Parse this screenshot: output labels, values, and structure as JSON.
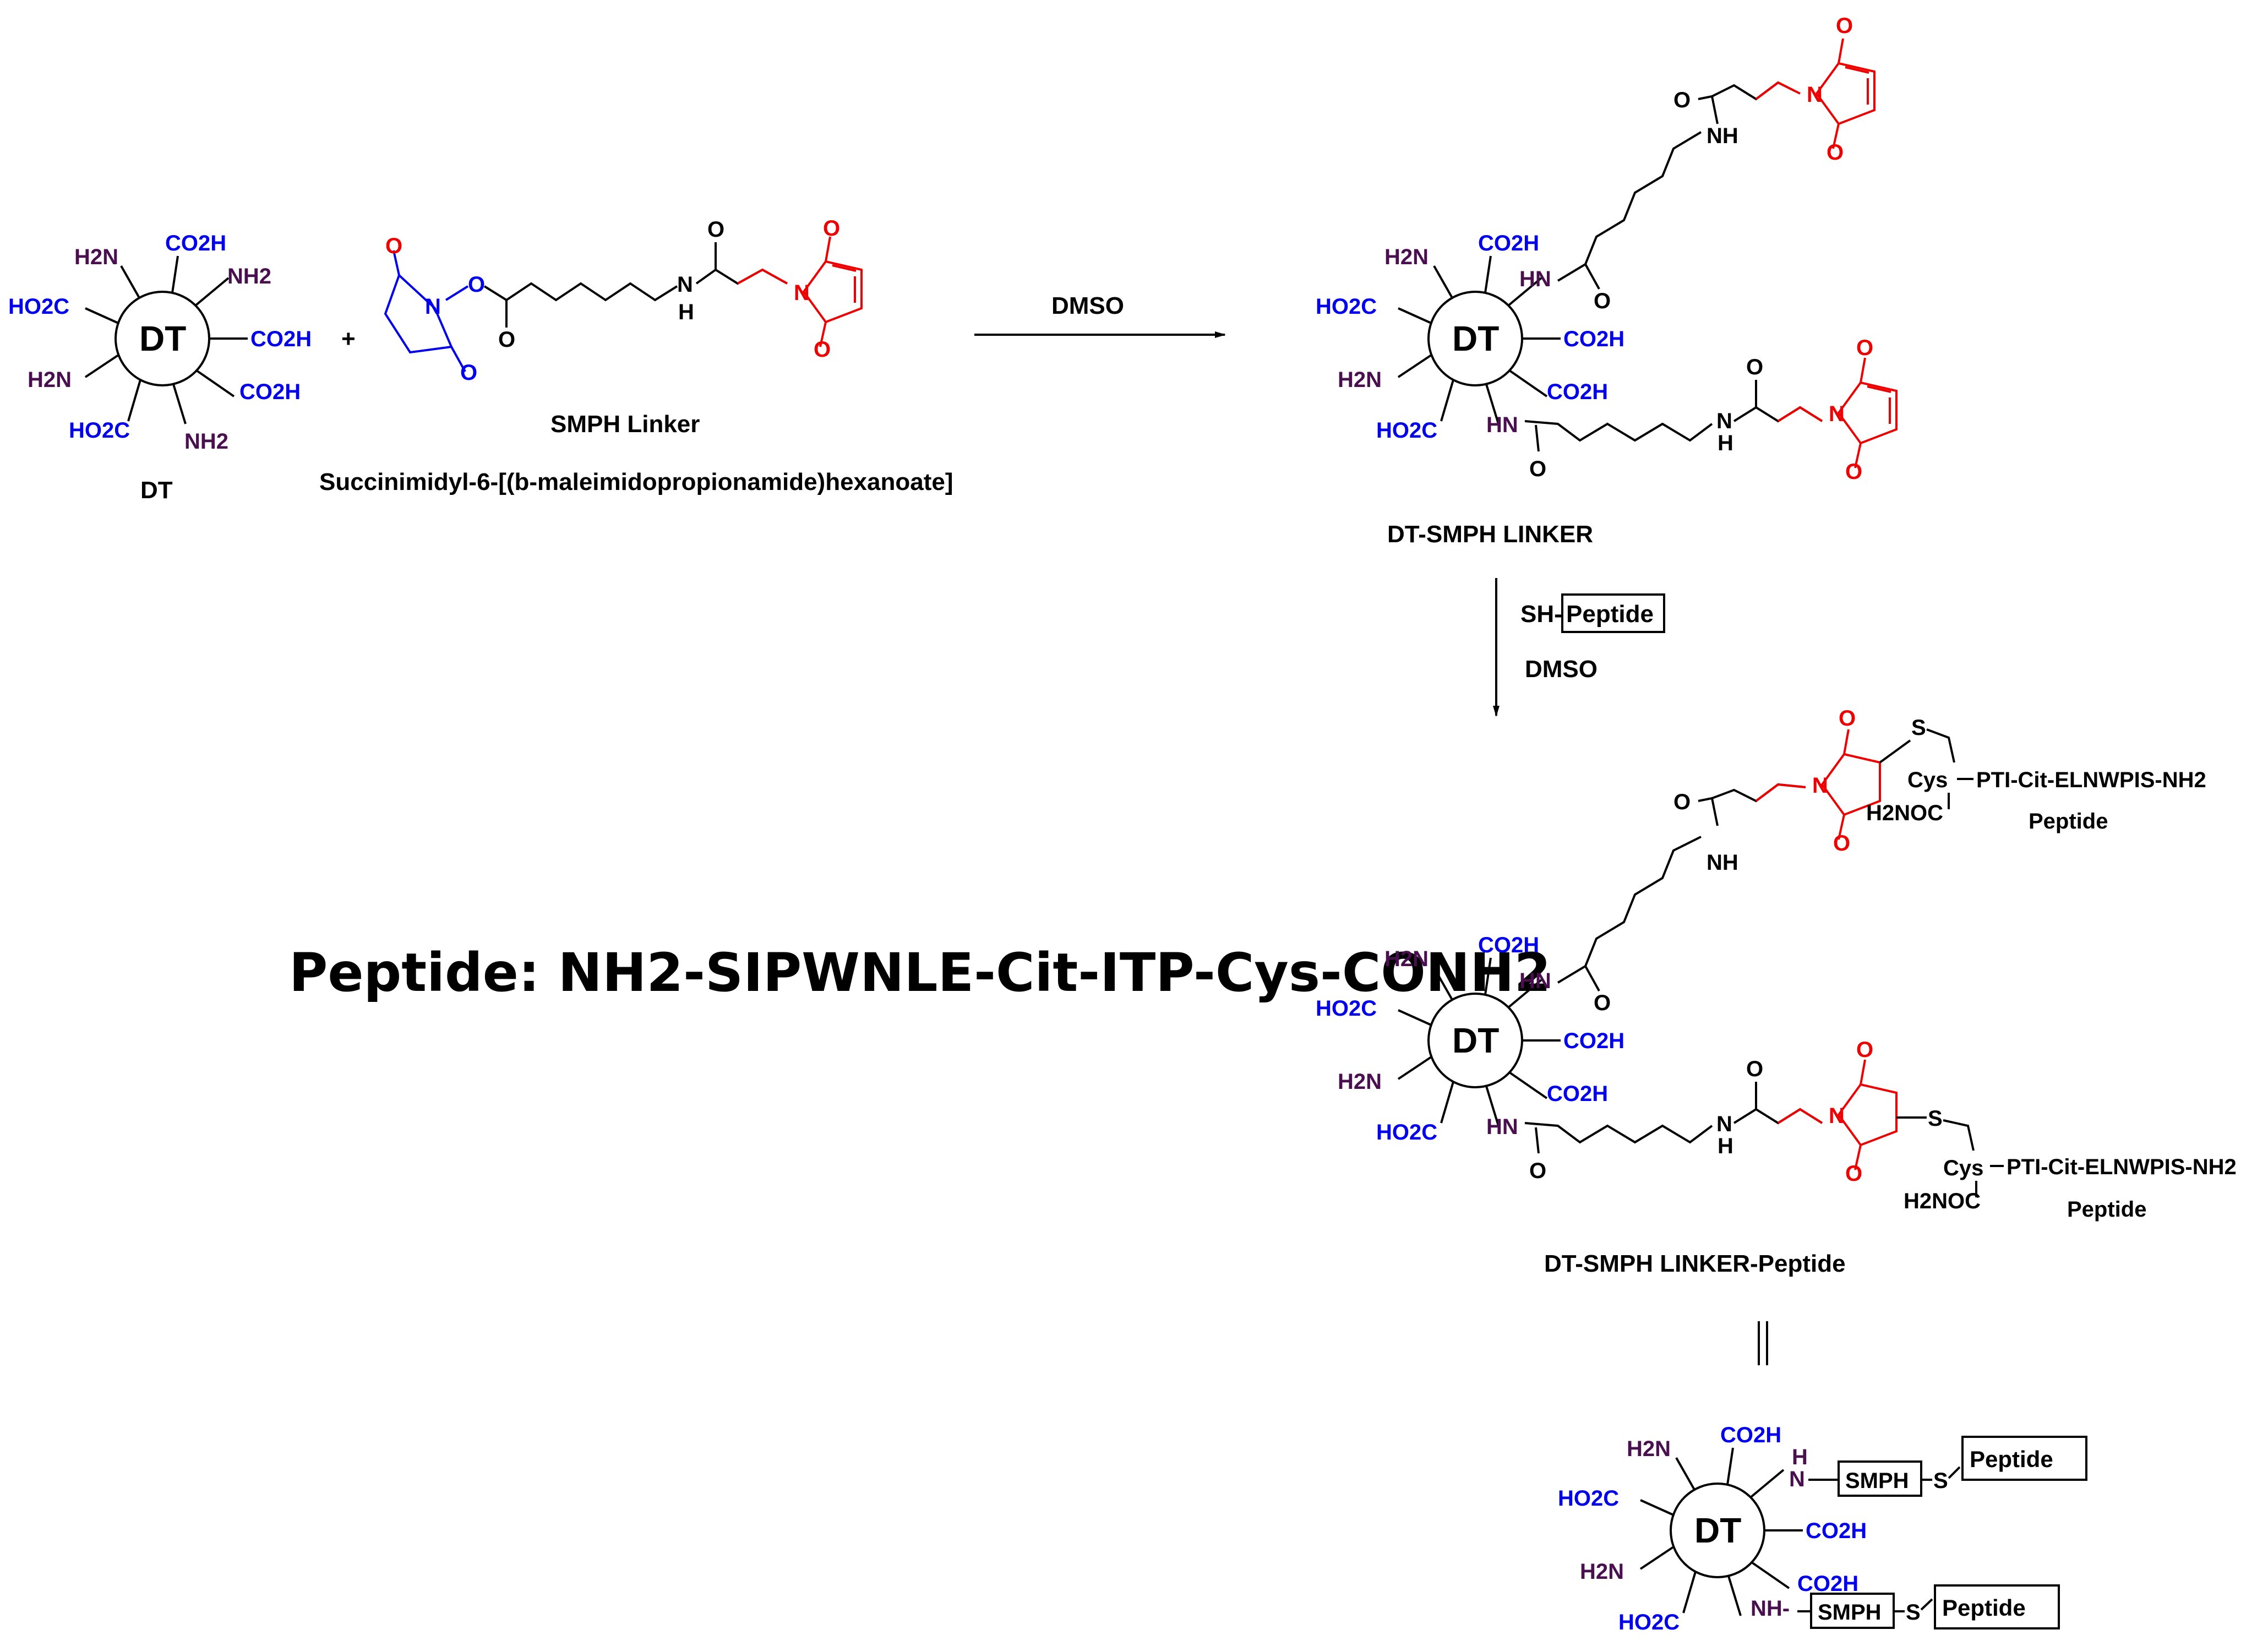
{
  "colors": {
    "amine": "#4a0f4f",
    "carboxyl": "#0000ee",
    "maleimide": "#ee0000",
    "succinimide": "#0000ee",
    "black": "#000000"
  },
  "groups": {
    "amine": "H2N",
    "amine_r": "NH2",
    "carboxyl": "CO2H",
    "carboxyl_l": "HO2C",
    "amide_hn": "HN",
    "amide_nh": "NH",
    "n": "N",
    "h": "H",
    "o": "O",
    "s": "S",
    "nh_dash": "NH-",
    "h2noc": "H2NOC"
  },
  "dt": {
    "core": "DT",
    "label": "DT"
  },
  "plus": "+",
  "smph": {
    "label": "SMPH Linker",
    "fullname": "Succinimidyl-6-[(b-maleimidopropionamide)hexanoate]",
    "box": "SMPH"
  },
  "reaction1": {
    "solvent": "DMSO"
  },
  "reaction2": {
    "reagent_prefix": "SH-",
    "reagent_box": "Peptide",
    "solvent": "DMSO"
  },
  "product1": {
    "label": "DT-SMPH LINKER"
  },
  "product2": {
    "label": "DT-SMPH LINKER-Peptide",
    "cys": "Cys",
    "chain": "PTI-Cit-ELNWPIS-NH2",
    "peptide": "Peptide"
  },
  "peptide_sequence": "Peptide: NH2-SIPWNLE-Cit-ITP-Cys-CONH2",
  "equals": "||",
  "schematic": {
    "box": "Peptide"
  }
}
